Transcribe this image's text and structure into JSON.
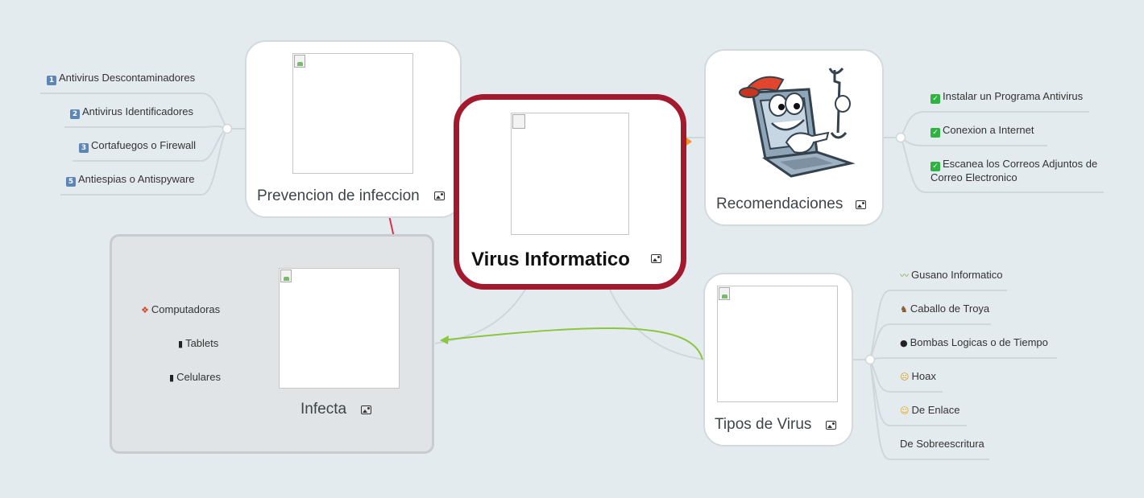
{
  "central": {
    "title": "Virus Informatico"
  },
  "prevencion": {
    "title": "Prevencion de infeccion",
    "items": [
      {
        "badge": "1",
        "label": "Antivirus Descontaminadores"
      },
      {
        "badge": "2",
        "label": "Antivirus Identificadores"
      },
      {
        "badge": "3",
        "label": "Cortafuegos o Firewall"
      },
      {
        "badge": "5",
        "label": "Antiespias o Antispyware"
      }
    ]
  },
  "recomendaciones": {
    "title": "Recomendaciones",
    "items": [
      {
        "badge": "✓",
        "label": "Instalar un Programa Antivirus"
      },
      {
        "badge": "✓",
        "label": "Conexion a Internet"
      },
      {
        "badge": "✓",
        "label": "Escanea los Correos Adjuntos de Correo Electronico"
      }
    ]
  },
  "infecta": {
    "title": "Infecta",
    "items": [
      {
        "icon": "❖",
        "label": "Computadoras"
      },
      {
        "icon": "▮",
        "label": "Tablets"
      },
      {
        "icon": "▮",
        "label": "Celulares"
      }
    ]
  },
  "tipos": {
    "title": "Tipos de Virus",
    "items": [
      {
        "icon": "〰",
        "label": "Gusano Informatico"
      },
      {
        "icon": "♞",
        "label": "Caballo de Troya"
      },
      {
        "icon": "●",
        "label": "Bombas Logicas o de Tiempo"
      },
      {
        "icon": "☹",
        "label": "Hoax"
      },
      {
        "icon": "☺",
        "label": "De Enlace"
      },
      {
        "icon": "",
        "label": "De Sobreescritura"
      }
    ]
  },
  "colors": {
    "background": "#e4ebef",
    "central_border": "#a3192e",
    "relation_red": "#d9324a",
    "relation_green": "#8cc63f",
    "connector": "#ccd5d9",
    "badge_number": "#5b86b5",
    "badge_check": "#2eb340"
  }
}
